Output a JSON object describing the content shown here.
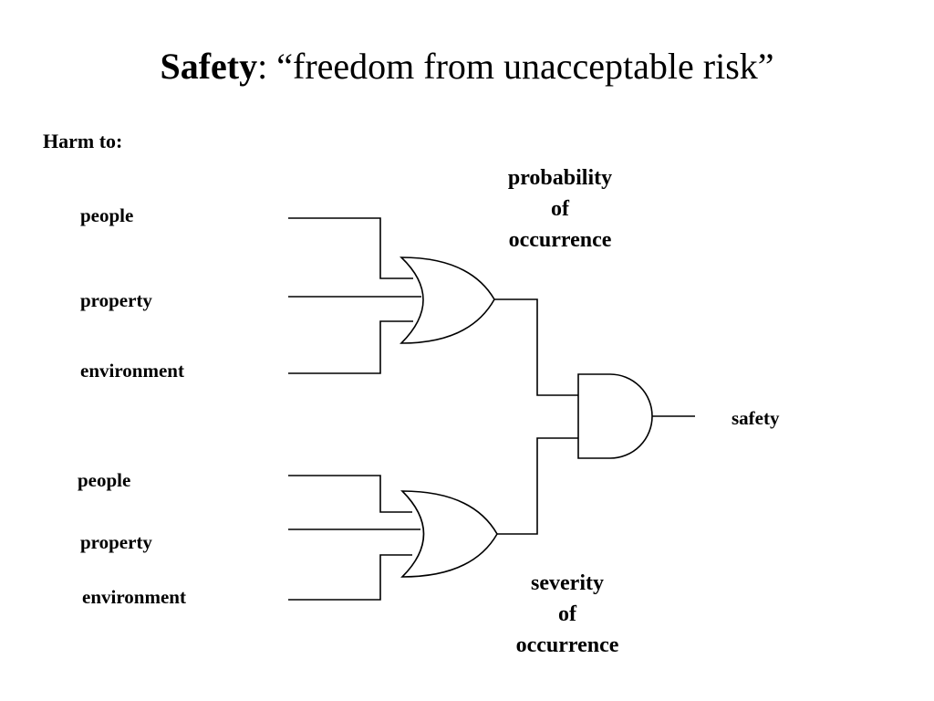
{
  "title": {
    "bold": "Safety",
    "rest": ": “freedom from unacceptable risk”"
  },
  "harm_label": "Harm to:",
  "upper_inputs": [
    "people",
    "property",
    "environment"
  ],
  "lower_inputs": [
    "people",
    "property",
    "environment"
  ],
  "probability_label": [
    "probability",
    "of",
    "occurrence"
  ],
  "severity_label": [
    "severity",
    "of",
    "occurrence"
  ],
  "output_label": "safety"
}
